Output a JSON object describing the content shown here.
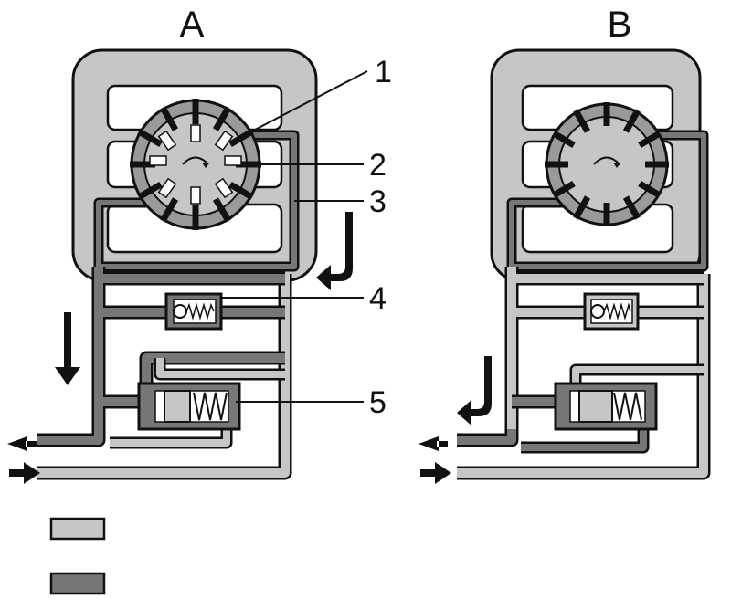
{
  "diagram": {
    "panel_a_title": "A",
    "panel_b_title": "B",
    "callouts": [
      "1",
      "2",
      "3",
      "4",
      "5"
    ],
    "colors": {
      "light_oil": "#c6c6c6",
      "dark_oil": "#777777",
      "outline": "#111111",
      "background": "#ffffff"
    },
    "legend": [
      {
        "swatch": "light",
        "color": "#c6c6c6"
      },
      {
        "swatch": "dark",
        "color": "#777777"
      }
    ],
    "icons": [
      "rotation-arrow-icon",
      "flow-arrow-down-icon",
      "flow-arrow-left-icon",
      "flow-arrow-right-icon",
      "spring-icon"
    ]
  }
}
